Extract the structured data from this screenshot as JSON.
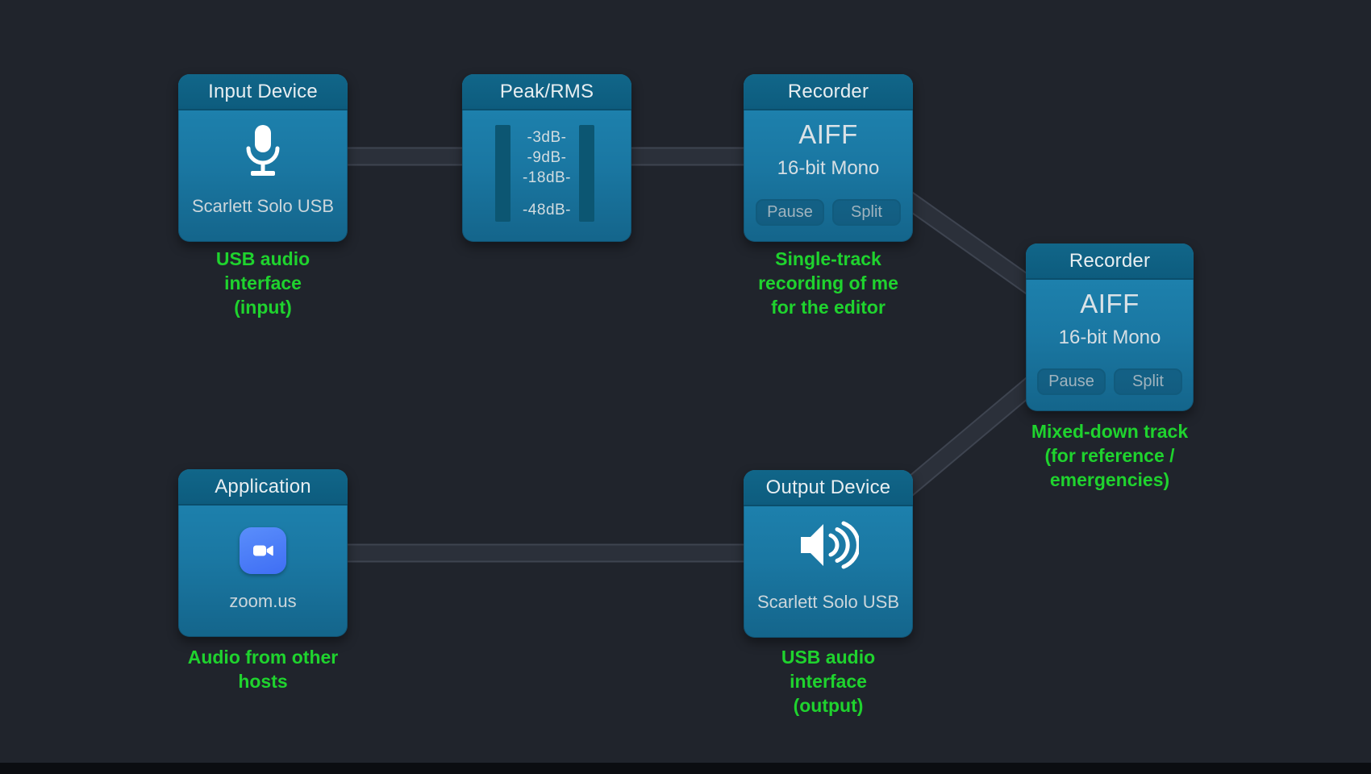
{
  "canvas": {
    "background": "#20242c",
    "bottom_bar": "#0b0d11"
  },
  "colors": {
    "node_header": "#0f6286",
    "node_body_top": "#1f86b3",
    "node_body_bottom": "#14658b",
    "annotation_green": "#1fd32e",
    "connection_fill": "#2b303a",
    "connection_edge": "#3e4450",
    "zoom_badge_blue": "#4a7dfa"
  },
  "nodes": {
    "input_device": {
      "title": "Input Device",
      "icon": "microphone-icon",
      "label": "Scarlett Solo USB"
    },
    "peak_rms": {
      "title": "Peak/RMS",
      "ticks": [
        "-3dB-",
        "-9dB-",
        "-18dB-",
        "-48dB-"
      ]
    },
    "recorder_top": {
      "title": "Recorder",
      "format": "AIFF",
      "detail": "16-bit Mono",
      "pause_label": "Pause",
      "split_label": "Split"
    },
    "recorder_mix": {
      "title": "Recorder",
      "format": "AIFF",
      "detail": "16-bit Mono",
      "pause_label": "Pause",
      "split_label": "Split"
    },
    "application": {
      "title": "Application",
      "icon": "zoom-app-icon",
      "label": "zoom.us"
    },
    "output_device": {
      "title": "Output Device",
      "icon": "speaker-icon",
      "label": "Scarlett Solo USB"
    }
  },
  "annotations": {
    "input_device": "USB audio\ninterface\n(input)",
    "recorder_top": "Single-track\nrecording of me\nfor the editor",
    "recorder_mix": "Mixed-down track\n(for reference /\nemergencies)",
    "application": "Audio from other\nhosts",
    "output_device": "USB audio\ninterface\n(output)"
  },
  "connections": [
    {
      "from": "input_device",
      "to": "peak_rms"
    },
    {
      "from": "peak_rms",
      "to": "recorder_top"
    },
    {
      "from": "recorder_top",
      "to": "recorder_mix"
    },
    {
      "from": "application",
      "to": "output_device"
    },
    {
      "from": "output_device",
      "to": "recorder_mix"
    }
  ]
}
